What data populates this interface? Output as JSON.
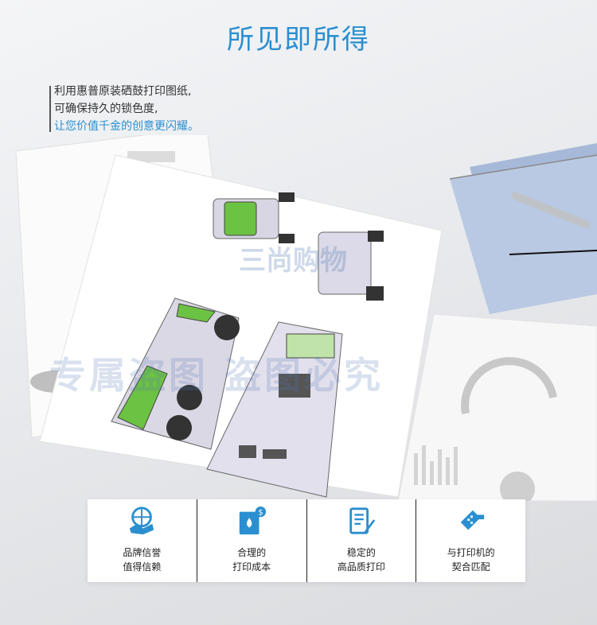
{
  "title": "所见即所得",
  "description": {
    "line1": "利用惠普原装硒鼓打印图纸,",
    "line2": "可确保持久的锁色度,",
    "line3": "让您价值千金的创意更闪耀。"
  },
  "watermark": {
    "line1": "三尚购物",
    "line2": "专属盗图  盗图必究"
  },
  "features": [
    {
      "icon": "globe-handshake-icon",
      "line1": "品牌信誉",
      "line2": "值得信赖"
    },
    {
      "icon": "ink-drop-dollar-icon",
      "line1": "合理的",
      "line2": "打印成本"
    },
    {
      "icon": "document-pen-icon",
      "line1": "稳定的",
      "line2": "高品质打印"
    },
    {
      "icon": "cartridge-printer-icon",
      "line1": "与打印机的",
      "line2": "契合匹配"
    }
  ],
  "colors": {
    "accent": "#2a8fd0",
    "vehicle_glass": "#6cc242"
  }
}
